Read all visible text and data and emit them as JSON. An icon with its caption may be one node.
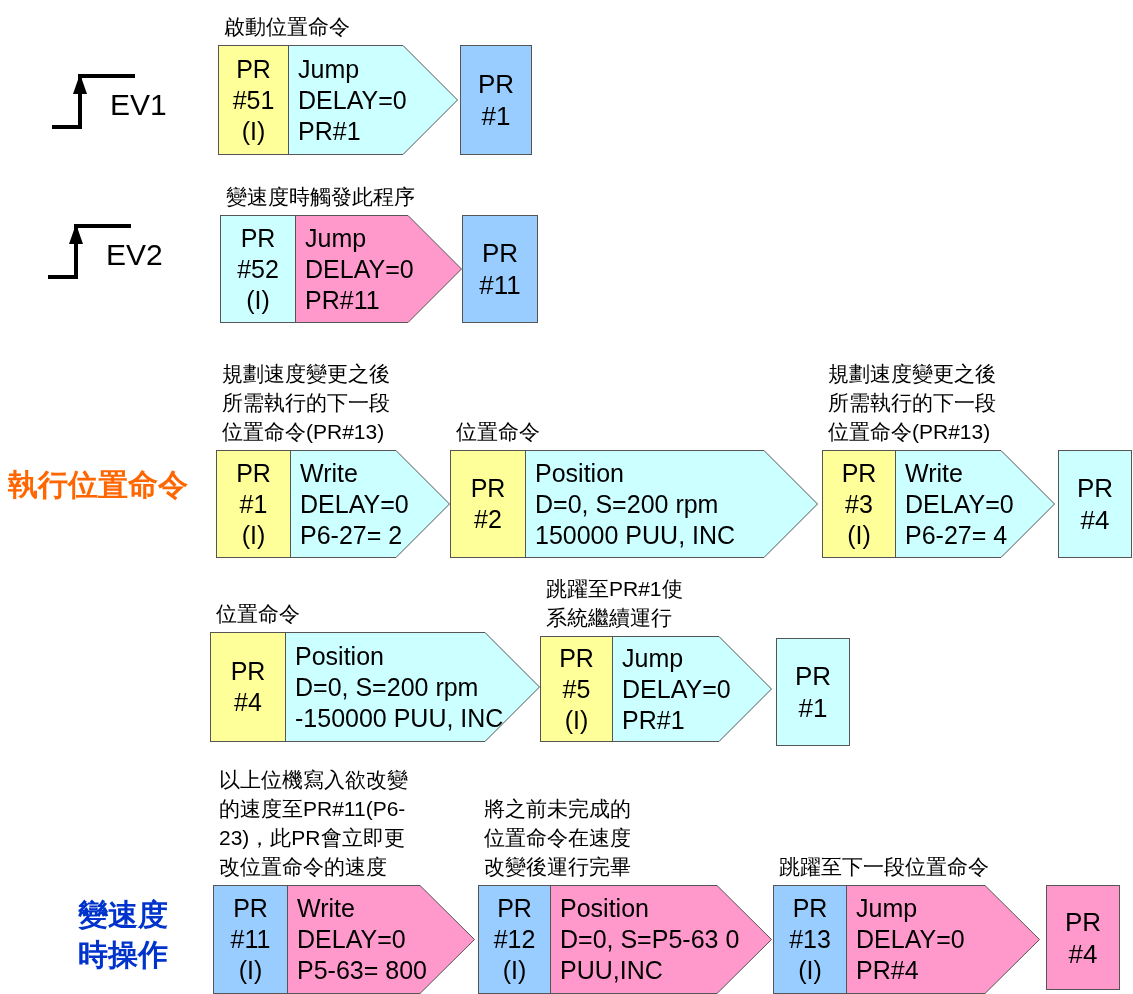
{
  "diagram": {
    "nodes": [
      {
        "text": [
          "PR #51 (I)",
          "Jump",
          "DELAY=0 PR#1"
        ],
        "beside": [
          "啟動位置命令"
        ]
      },
      {
        "text": [
          "PR #1"
        ]
      },
      {
        "text": [
          "PR #52 (I)",
          "Jump",
          "DELAY=0 PR#11"
        ],
        "beside": [
          "變速度時觸發此程序"
        ]
      },
      {
        "text": [
          "PR #11"
        ]
      },
      {
        "text": [
          "PR #1 (I)",
          "Write",
          "DELAY=0 P6-27= 2"
        ],
        "beside": [
          "規劃速度變更之後所需執行的下一段位置命令(PR#13)"
        ]
      },
      {
        "text": [
          "PR #2",
          "Position",
          "D=0, S=200 rpm 150000 PUU, INC"
        ],
        "beside": [
          "位置命令"
        ]
      },
      {
        "text": [
          "PR #3 (I)",
          "Write",
          "DELAY=0 P6-27= 4"
        ],
        "beside": [
          "規劃速度變更之後所需執行的下一段位置命令(PR#13)"
        ]
      },
      {
        "text": [
          "PR #4"
        ]
      },
      {
        "text": [
          "PR #4",
          "Position",
          "D=0, S=200 rpm -150000 PUU, INC"
        ],
        "beside": [
          "位置命令"
        ]
      },
      {
        "text": [
          "PR #5 (I)",
          "Jump",
          "DELAY=0 PR#1"
        ],
        "beside": [
          "跳躍至PR#1使系統繼續運行"
        ]
      },
      {
        "text": [
          "PR #1"
        ]
      },
      {
        "text": [
          "PR #11 (I)",
          "Write",
          "DELAY=0 P5-63= 800"
        ],
        "beside": [
          "以上位機寫入欲改變的速度至PR#11(P6-23)，此PR會立即更改位置命令的速度"
        ]
      },
      {
        "text": [
          "PR #12 (I)",
          "Position",
          "D=0, S=P5-63 0 PUU,INC"
        ],
        "beside": [
          "將之前未完成的位置命令在速度改變後運行完畢"
        ]
      },
      {
        "text": [
          "PR #13 (I)",
          "Jump",
          "DELAY=0 PR#4"
        ],
        "beside": [
          "跳躍至下一段位置命令"
        ]
      },
      {
        "text": [
          "PR #4"
        ]
      }
    ],
    "labels": [
      "EV1",
      "EV2",
      "執行位置命令",
      "變速度時操作"
    ]
  }
}
